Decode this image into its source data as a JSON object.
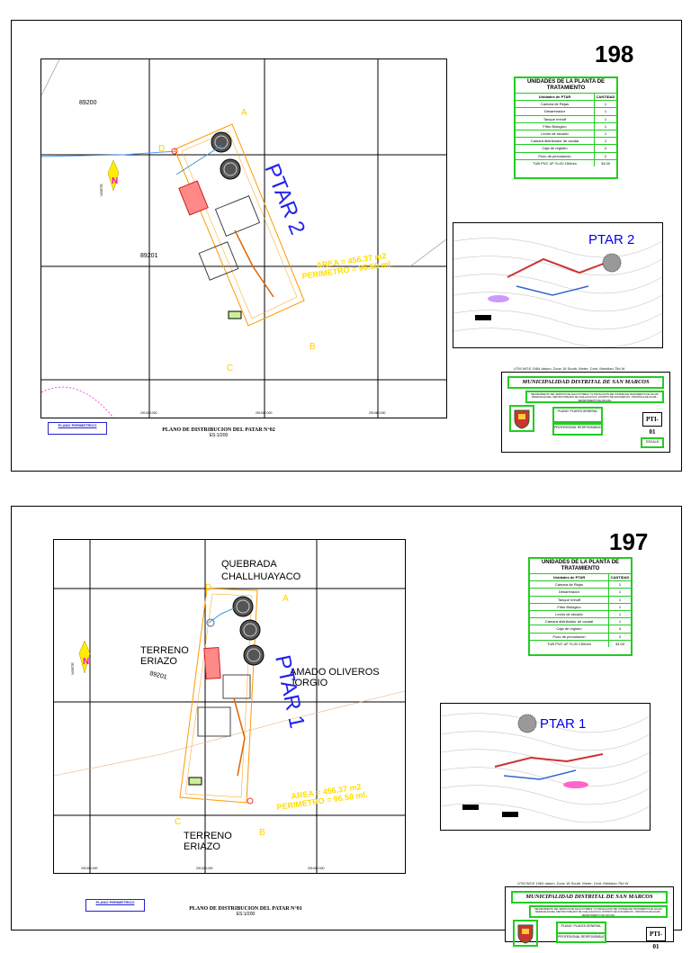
{
  "sheets": [
    {
      "number": "198",
      "ptar_label": "PTAR 2",
      "area": "AREA = 456.37 m2",
      "perimetro": "PERIMETRO = 96.58 ml.",
      "corner_a": "A",
      "corner_b": "B",
      "corner_c": "C",
      "corner_d": "D",
      "lot_top": "89200",
      "lot_mid": "89201",
      "north_label": "NORTE",
      "grid_coords": [
        "291020.000",
        "291040.000",
        "291060.000"
      ],
      "units_title": "UNIDADES DE LA PLANTA DE TRATAMIENTO",
      "units_head": [
        "Unidades de PTAR",
        "CANTIDAD"
      ],
      "units_rows": [
        [
          "Camara de Rejas",
          "1"
        ],
        [
          "Desarenador",
          "1"
        ],
        [
          "Tanque Imhoff",
          "1"
        ],
        [
          "Filtro Biologico",
          "1"
        ],
        [
          "Lecho de secado",
          "1"
        ],
        [
          "Camara distribuidor de caudal",
          "1"
        ],
        [
          "Caja de registro",
          "4"
        ],
        [
          "Pozo de percolacion",
          "2"
        ],
        [
          "TUB PVC UF S=20 150mm",
          "34.00"
        ]
      ],
      "loc_label": "PTAR 2",
      "utm": "UTM WGS 1984 datum, Zone 18 South, Meter; Cent. Meridian 75d W",
      "muni": "MUNICIPALIDAD DISTRITAL DE SAN MARCOS",
      "desc": "MEJORAMIENTO DEL SERVICIO DE AGUA POTABLE Y E INSTALACION DEL SISTEMA DE TRATAMIENTO DE AGUAS RESIDUALES DEL CENTRO POBLADO DE CHALLHUAYACO, DISTRITO DE SAN MARCOS - PROVINCIA DE HUARI - DEPARTAMENTO DE ANCASH",
      "tb_plan": "PLANO: PLANTA GENERAL",
      "tb_prof": "PROFESIONAL RESPONSABLE",
      "tb_code": "PTI-01",
      "tb_scale": "ESCALA",
      "perim_box": "PLANO PERIMETRICO",
      "plan_title": "PLANO DE DISTRIBUCION DEL PATAR N°02",
      "plan_scale": "ES:1/200"
    },
    {
      "number": "197",
      "ptar_label": "PTAR 1",
      "area": "AREA = 456.37 m2",
      "perimetro": "PERIMETRO = 96.58 ml.",
      "corner_a": "A",
      "corner_b": "B",
      "corner_c": "C",
      "corner_d": "D",
      "label_quebrada_1": "QUEBRADA",
      "label_quebrada_2": "CHALLHUAYACO",
      "label_terreno_1": "TERRENO",
      "label_eriazo_1": "ERIAZO",
      "lot_mid": "89201",
      "label_owner_1": "AMADO OLIVEROS",
      "label_owner_2": "JORGIO",
      "label_terreno_2": "TERRENO",
      "label_eriazo_2": "ERIAZO",
      "north_label": "NORTE",
      "grid_coords": [
        "291000.000",
        "291020.000",
        "291040.000"
      ],
      "units_title": "UNIDADES DE LA PLANTA DE TRATAMIENTO",
      "units_head": [
        "Unidades de PTAR",
        "CANTIDAD"
      ],
      "units_rows": [
        [
          "Camara de Rejas",
          "1"
        ],
        [
          "Desarenador",
          "1"
        ],
        [
          "Tanque Imhoff",
          "1"
        ],
        [
          "Filtro Biologico",
          "1"
        ],
        [
          "Lecho de secado",
          "1"
        ],
        [
          "Camara distribuidor de caudal",
          "1"
        ],
        [
          "Caja de registro",
          "4"
        ],
        [
          "Pozo de percolacion",
          "2"
        ],
        [
          "TUB PVC UF S=20 150mm",
          "34.00"
        ]
      ],
      "loc_label": "PTAR 1",
      "utm": "UTM WGS 1984 datum, Zone 18 South, Meter; Cent. Meridian 75d W",
      "muni": "MUNICIPALIDAD DISTRITAL DE SAN MARCOS",
      "desc": "MEJORAMIENTO DEL SERVICIO DE AGUA POTABLE Y E INSTALACION DEL SISTEMA DE TRATAMIENTO DE AGUAS RESIDUALES DEL CENTRO POBLADO DE CHALLHUAYACO, DISTRITO DE SAN MARCOS - PROVINCIA DE HUARI - DEPARTAMENTO DE ANCASH",
      "tb_plan": "PLANO: PLANTA GENERAL",
      "tb_prof": "PROFESIONAL RESPONSABLE",
      "tb_code": "PTI-01",
      "perim_box": "PLANO PERIMETRICO",
      "plan_title": "PLANO DE DISTRIBUCION DEL PATAR N°01",
      "plan_scale": "ES:1/200"
    }
  ]
}
